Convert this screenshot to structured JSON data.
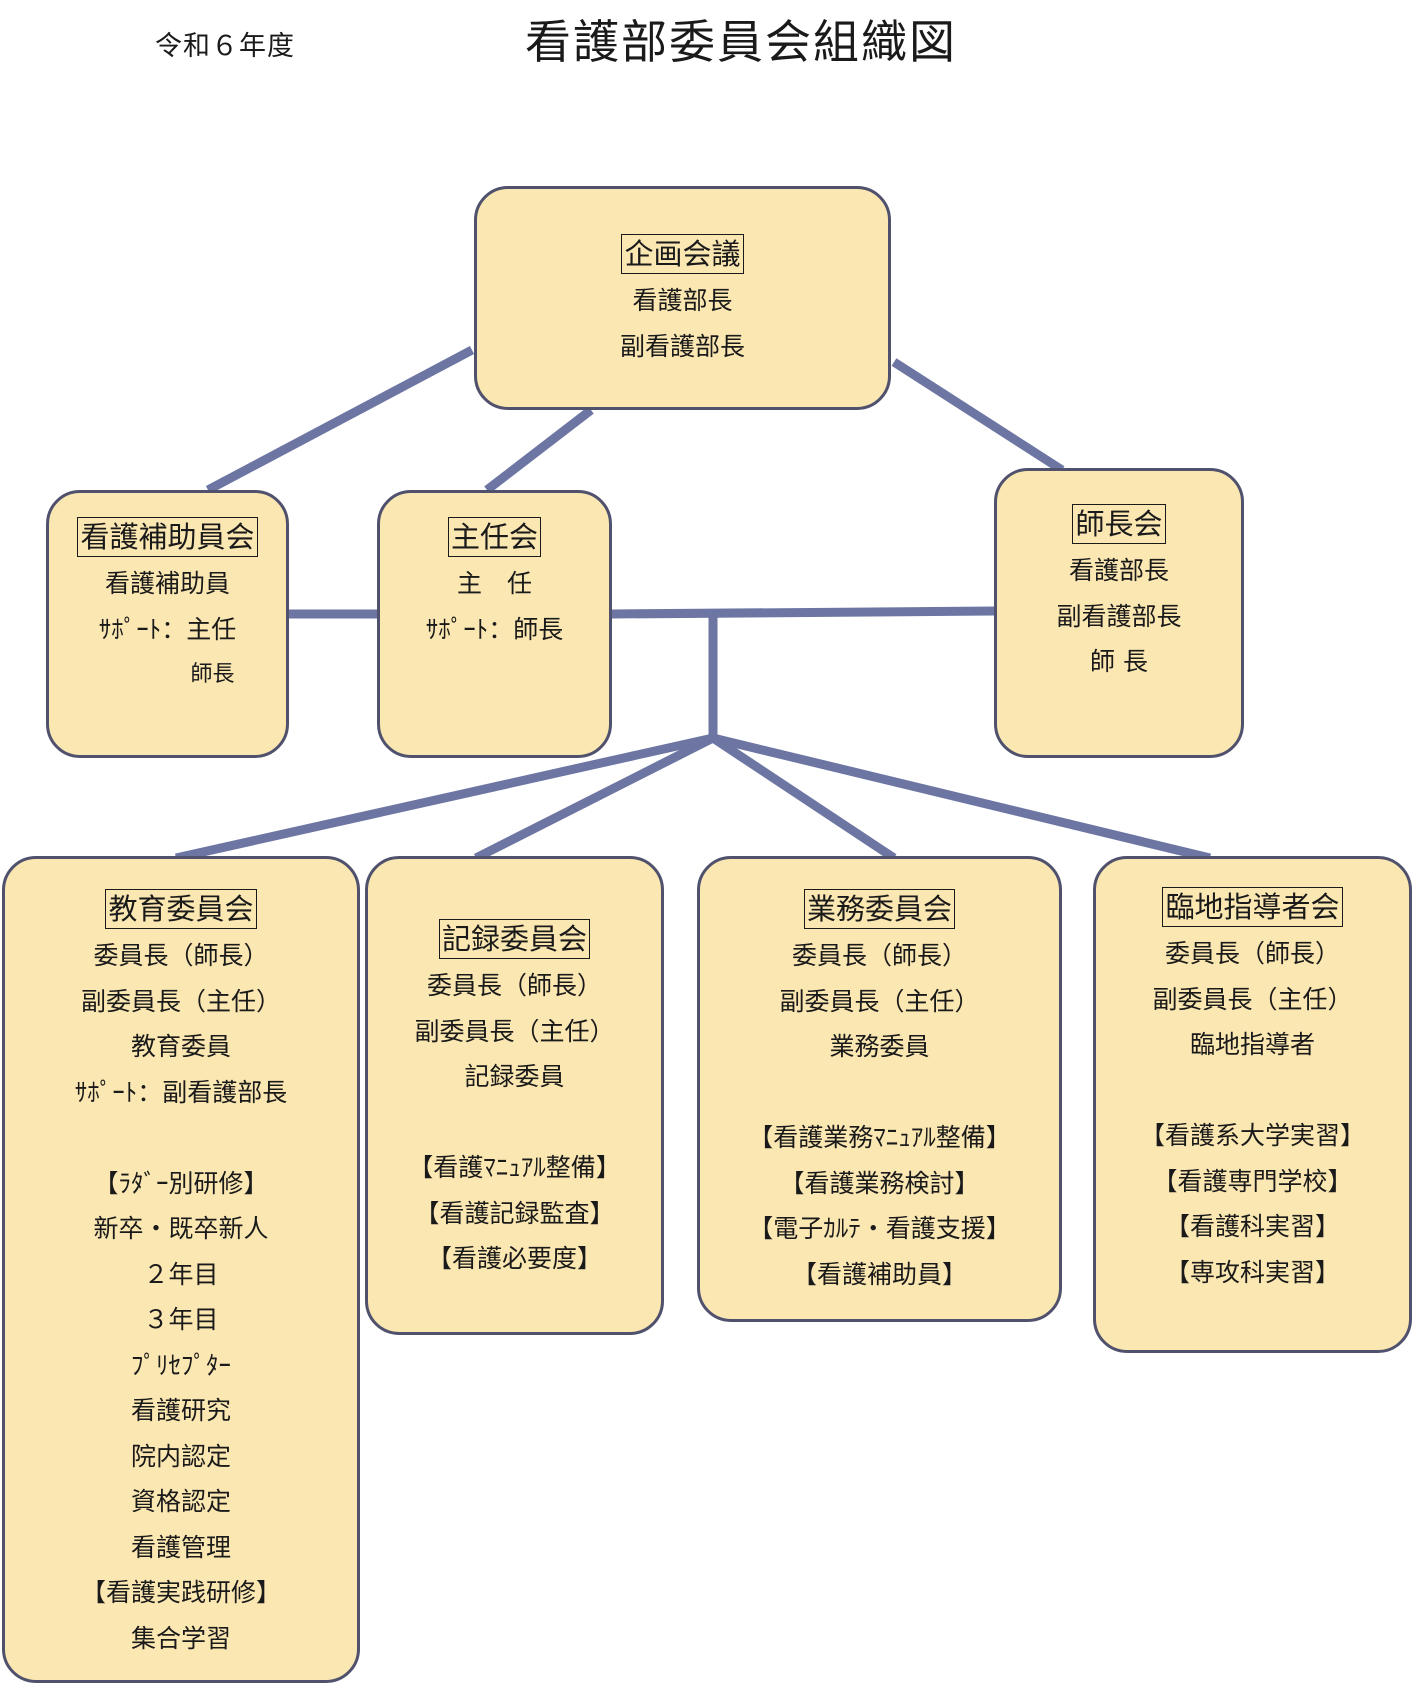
{
  "header": {
    "fiscal_year": "令和６年度",
    "title": "看護部委員会組織図"
  },
  "colors": {
    "box_fill": "#fbe7b2",
    "box_border": "#50526d",
    "connector": "#6d76a3"
  },
  "nodes": {
    "planning": {
      "title": "企画会議",
      "lines": [
        "看護部長",
        "副看護部長"
      ]
    },
    "assistant": {
      "title": "看護補助員会",
      "lines": [
        "看護補助員",
        "ｻﾎﾟｰﾄ：主任",
        "師長"
      ]
    },
    "chief": {
      "title": "主任会",
      "lines": [
        "主　任",
        "ｻﾎﾟｰﾄ：師長"
      ]
    },
    "head_nurse": {
      "title": "師長会",
      "lines": [
        "看護部長",
        "副看護部長",
        "師 長"
      ]
    },
    "education": {
      "title": "教育委員会",
      "lines": [
        "委員長（師長）",
        "副委員長（主任）",
        "教育委員",
        "ｻﾎﾟｰﾄ：副看護部長",
        "",
        "【ﾗﾀﾞｰ別研修】",
        "新卒・既卒新人",
        "２年目",
        "３年目",
        "ﾌﾟﾘｾﾌﾟﾀｰ",
        "看護研究",
        "院内認定",
        "資格認定",
        "看護管理",
        "【看護実践研修】",
        "集合学習"
      ]
    },
    "records": {
      "title": "記録委員会",
      "lines": [
        "委員長（師長）",
        "副委員長（主任）",
        "記録委員",
        "",
        "【看護ﾏﾆｭｱﾙ整備】",
        "【看護記録監査】",
        "【看護必要度】"
      ]
    },
    "operations": {
      "title": "業務委員会",
      "lines": [
        "委員長（師長）",
        "副委員長（主任）",
        "業務委員",
        "",
        "【看護業務ﾏﾆｭｱﾙ整備】",
        "【看護業務検討】",
        "【電子ｶﾙﾃ・看護支援】",
        "【看護補助員】"
      ]
    },
    "clinical": {
      "title": "臨地指導者会",
      "lines": [
        "委員長（師長）",
        "副委員長（主任）",
        "臨地指導者",
        "",
        "【看護系大学実習】",
        "【看護専門学校】",
        "【看護科実習】",
        "【専攻科実習】"
      ]
    }
  }
}
